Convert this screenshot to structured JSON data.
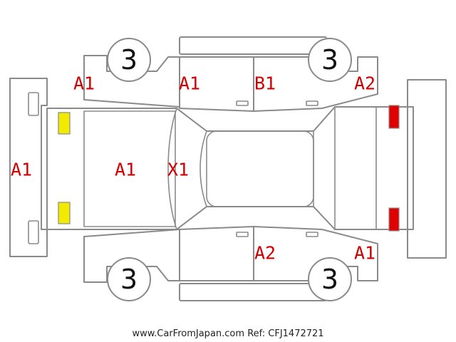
{
  "colors": {
    "code": "#d40000",
    "outline": "#8a8a8a",
    "headlight": "#f2ea00",
    "taillight": "#e00000"
  },
  "wheels": [
    "3",
    "3",
    "3",
    "3"
  ],
  "damage_codes": {
    "front_bumper": "A1",
    "front_left_fender": "A1",
    "front_left_door": "A1",
    "rear_left_door": "B1",
    "rear_left_quarter": "A2",
    "hood": "A1",
    "windshield": "X1",
    "rear_right_door": "A2",
    "rear_right_quarter": "A1"
  },
  "footer": {
    "url": "www.CarFromJapan.com",
    "ref": "Ref: CFJ1472721"
  }
}
